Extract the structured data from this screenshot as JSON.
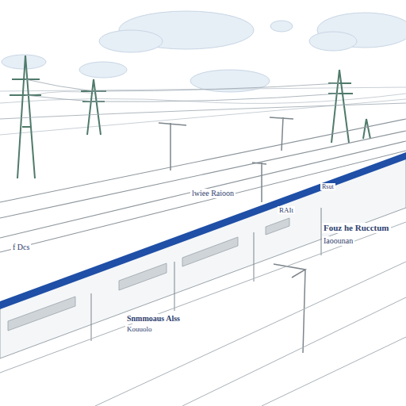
{
  "diagram": {
    "labels": [
      "lwiee Raioon",
      "RAIt",
      "Rsut",
      "Fouz he Rucctum",
      "Iaoounan",
      "f Dcs",
      "Snmmoaus Alss",
      "Kouuolo"
    ]
  }
}
